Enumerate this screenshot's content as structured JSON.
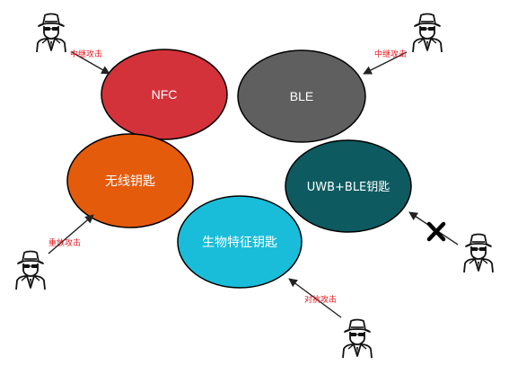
{
  "nodes": {
    "nfc": {
      "label": "NFC",
      "fill": "#d4323a"
    },
    "ble": {
      "label": "BLE",
      "fill": "#5f5f5f"
    },
    "wireless_key": {
      "label": "无线钥匙",
      "fill": "#e55b0c"
    },
    "uwb_ble_key": {
      "label": "UWB+BLE钥匙",
      "fill": "#0d5b60"
    },
    "biometric_key": {
      "label": "生物特征钥匙",
      "fill": "#19bdd9"
    }
  },
  "attacks": {
    "relay_nfc": {
      "label": "中继攻击"
    },
    "relay_ble": {
      "label": "中继攻击"
    },
    "replay": {
      "label": "重放攻击"
    },
    "adversarial": {
      "label": "对抗攻击"
    }
  },
  "colors": {
    "node_stroke": "#000000",
    "node_text": "#ffffff",
    "attack_label": "#e8141c",
    "arrow": "#222222",
    "blocked_mark": "#000000"
  },
  "icons": {
    "attacker": "spy-hacker-icon",
    "blocked": "x-mark-icon"
  }
}
